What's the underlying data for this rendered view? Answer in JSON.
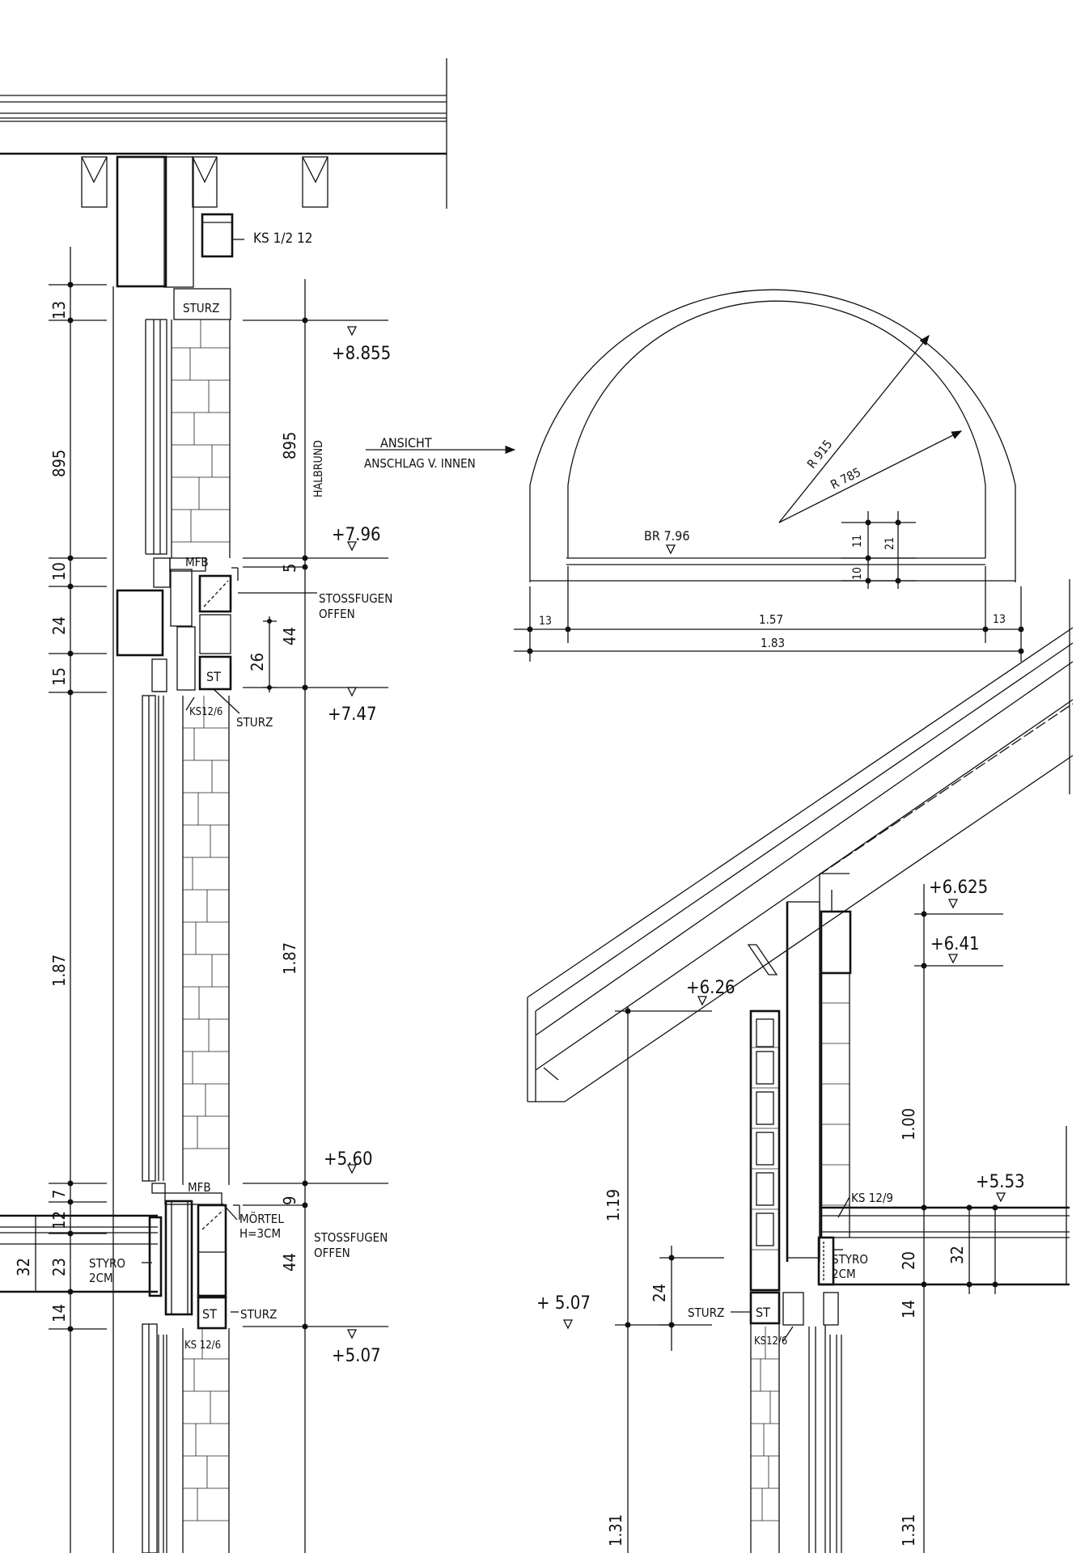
{
  "labels": {
    "ks_1_2_12": "KS  1/2 12",
    "sturz": "STURZ",
    "st": "ST",
    "mfb": "MFB",
    "stossfugen": "STOSSFUGEN",
    "offen": "OFFEN",
    "ks_12_6": "KS12/6",
    "ks_12_6_spaced": "KS 12/6",
    "ks_12_9": "KS 12/9",
    "moertel": "MÖRTEL",
    "moertel_h": "H=3CM",
    "styro": "STYRO",
    "styro_2cm": "2CM",
    "halbrund": "HALBRUND",
    "ansicht": "ANSICHT",
    "anschlag": "ANSCHLAG V. INNEN",
    "br": "BR 7.96"
  },
  "levels": {
    "l8855": "+8.855",
    "l796": "+7.96",
    "l747": "+7.47",
    "l560": "+5.60",
    "l507": "+5.07",
    "l507b": "+ 5.07",
    "l6625": "+6.625",
    "l641": "+6.41",
    "l626": "+6.26",
    "l553": "+5.53"
  },
  "dims": {
    "d13": "13",
    "d895": "895",
    "d10": "10",
    "d24": "24",
    "d15": "15",
    "d187": "1.87",
    "d7": "7",
    "d12": "12",
    "d23": "23",
    "d32": "32",
    "d14": "14",
    "d5": "5",
    "d44": "44",
    "d26": "26",
    "d9": "9",
    "d11": "11",
    "d21": "21",
    "d157": "1.57",
    "d183": "1.83",
    "d119": "1.19",
    "d100": "1.00",
    "d20": "20",
    "d131": "1.31",
    "rad915": "R 915",
    "rad785": "R 785"
  }
}
